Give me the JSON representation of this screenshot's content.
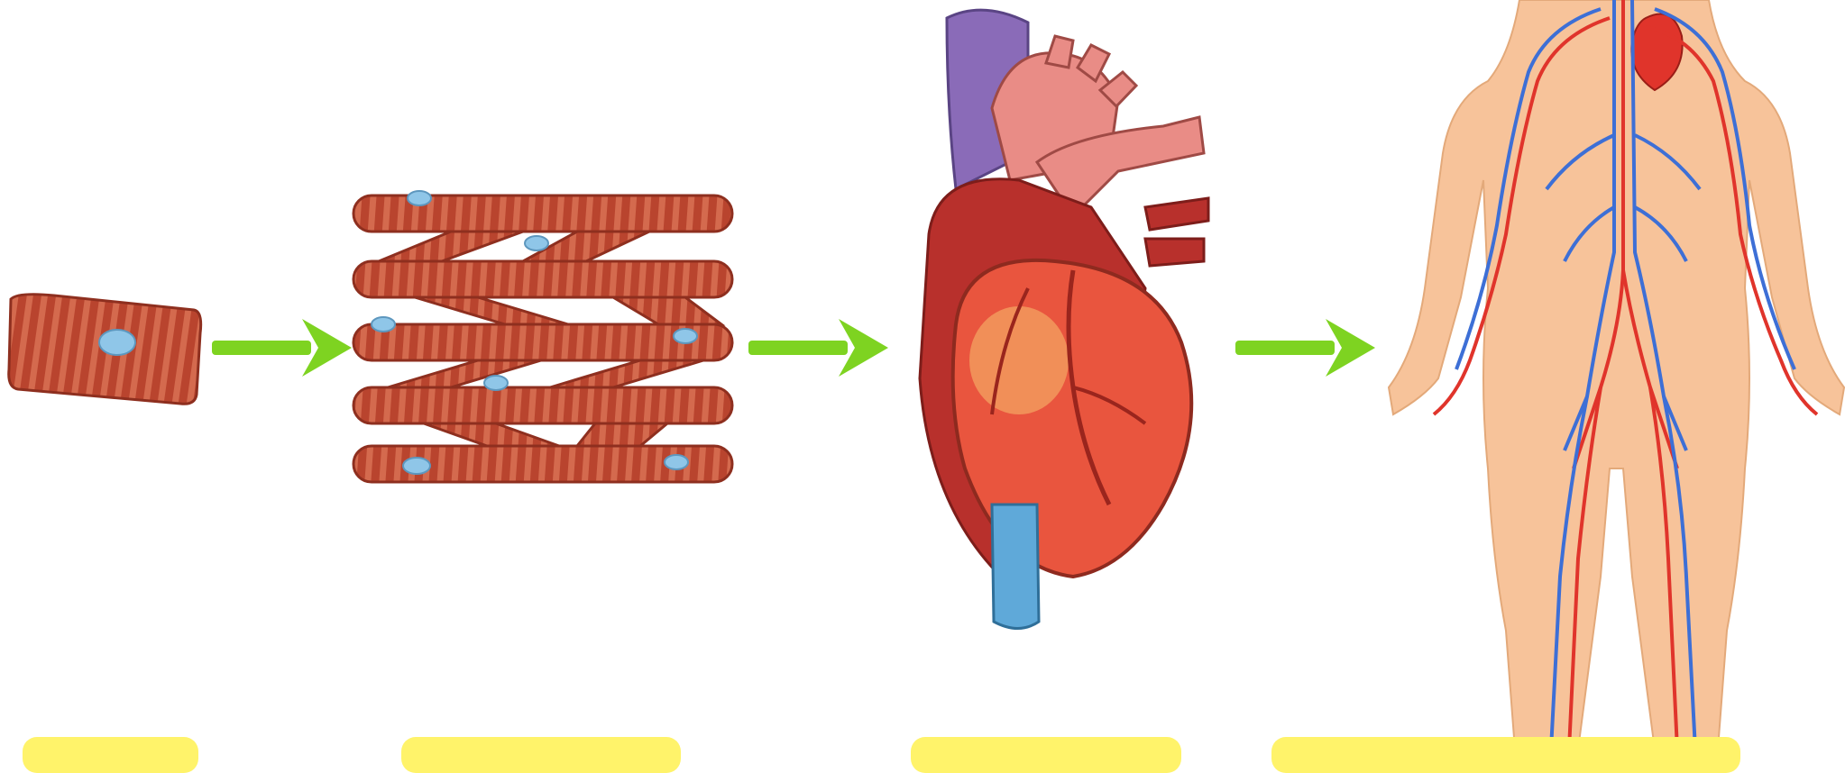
{
  "diagram": {
    "stages": [
      {
        "id": "cell",
        "icon": "muscle-cell-icon"
      },
      {
        "id": "tissue",
        "icon": "muscle-tissue-icon"
      },
      {
        "id": "organ",
        "icon": "heart-icon"
      },
      {
        "id": "system",
        "icon": "circulatory-system-icon"
      }
    ],
    "arrows": 3,
    "labels": [
      "",
      "",
      "",
      ""
    ],
    "colors": {
      "arrow": "#7ed321",
      "muscle": "#b9442e",
      "muscle_stripe": "#d9664a",
      "nucleus": "#8fc6e8",
      "skin": "#f7c39a",
      "artery": "#e0342b",
      "vein": "#3d6fd6",
      "label_bg": "#fff36a"
    }
  }
}
